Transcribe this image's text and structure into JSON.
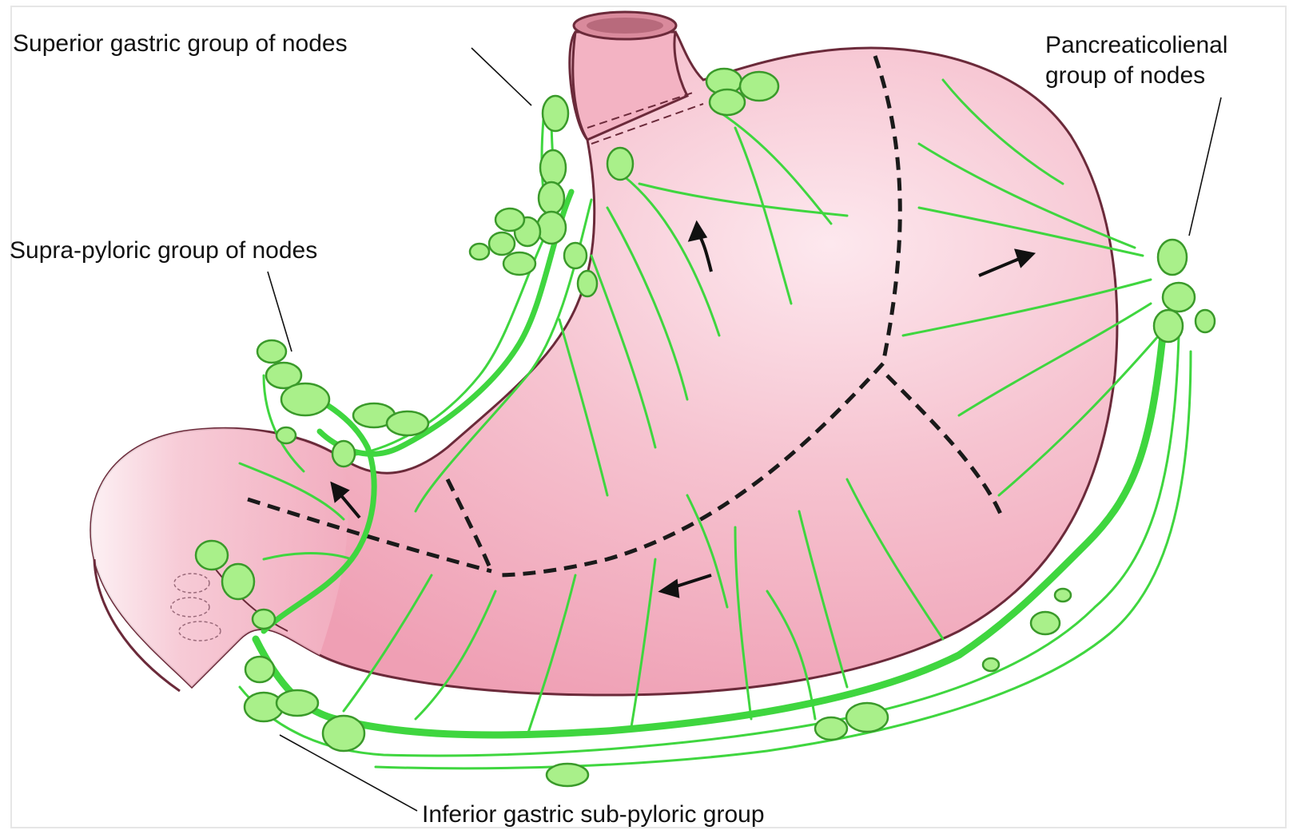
{
  "labels": {
    "superior": "Superior gastric group of nodes",
    "supra_pyloric": "Supra-pyloric group of nodes",
    "pancreatico_line1": "Pancreaticolienal",
    "pancreatico_line2": "group of nodes",
    "inferior": "Inferior gastric sub-pyloric group"
  },
  "colors": {
    "stomach_fill": "#f4b6c6",
    "stomach_highlight": "#fbe3ea",
    "outline": "#6b2a3a",
    "lymph_green": "#3fd63f",
    "node_fill": "#a9f08a",
    "node_stroke": "#3a9a2a",
    "divider": "#1a1a1a"
  }
}
